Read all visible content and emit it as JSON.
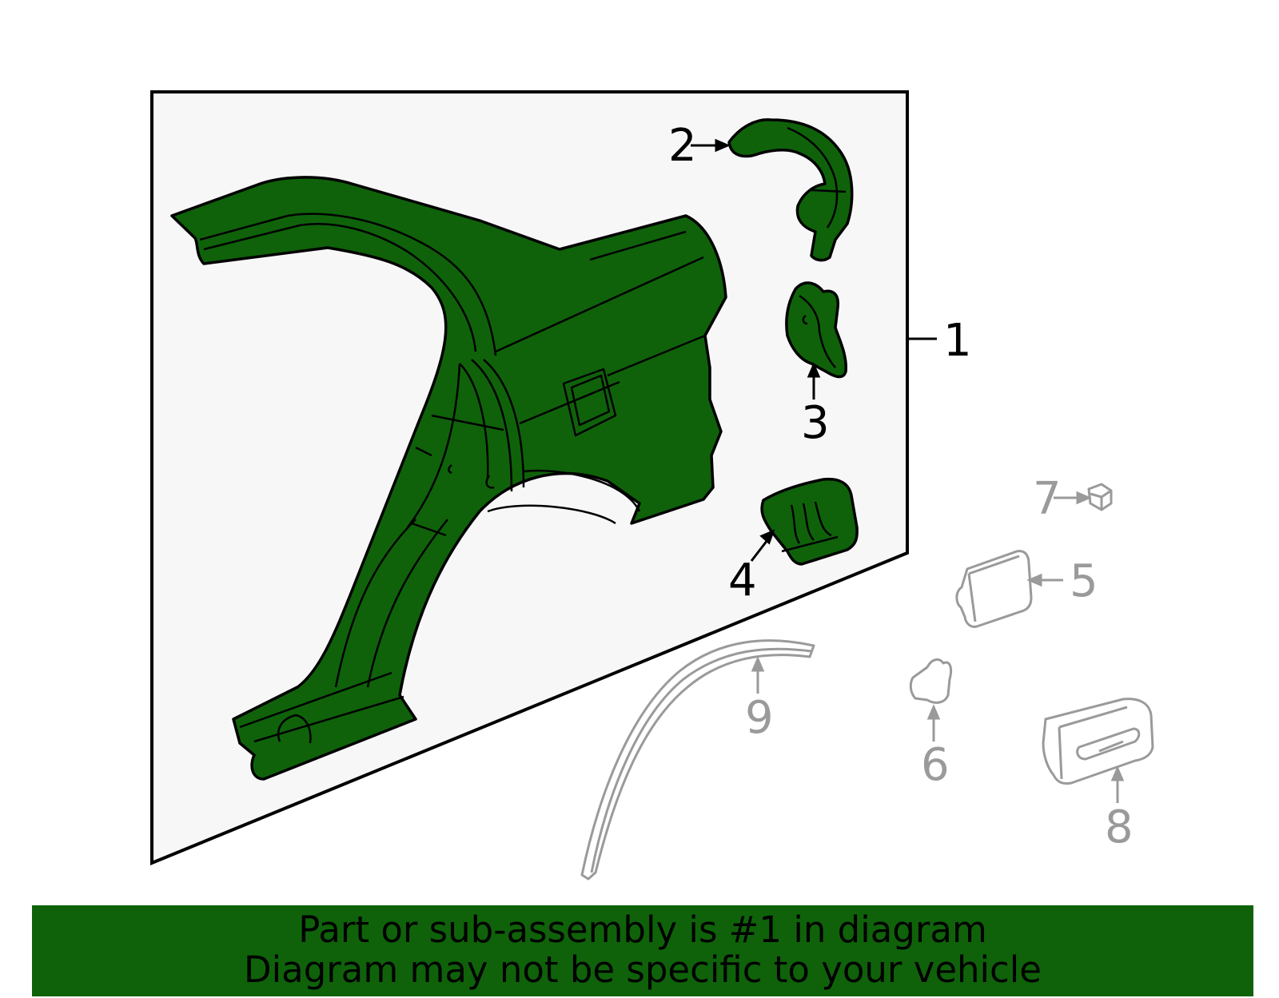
{
  "colors": {
    "part_fill": "#0f620a",
    "panel_fill": "#f7f7f7",
    "active_stroke": "#000000",
    "inactive_stroke": "#9a9a9a",
    "banner_bg": "#0f620a"
  },
  "callouts": {
    "c1": "1",
    "c2": "2",
    "c3": "3",
    "c4": "4",
    "c5": "5",
    "c6": "6",
    "c7": "7",
    "c8": "8",
    "c9": "9"
  },
  "banner": {
    "line1": "Part or sub-assembly is #1 in diagram",
    "line2": "Diagram may not be specific to your vehicle"
  }
}
